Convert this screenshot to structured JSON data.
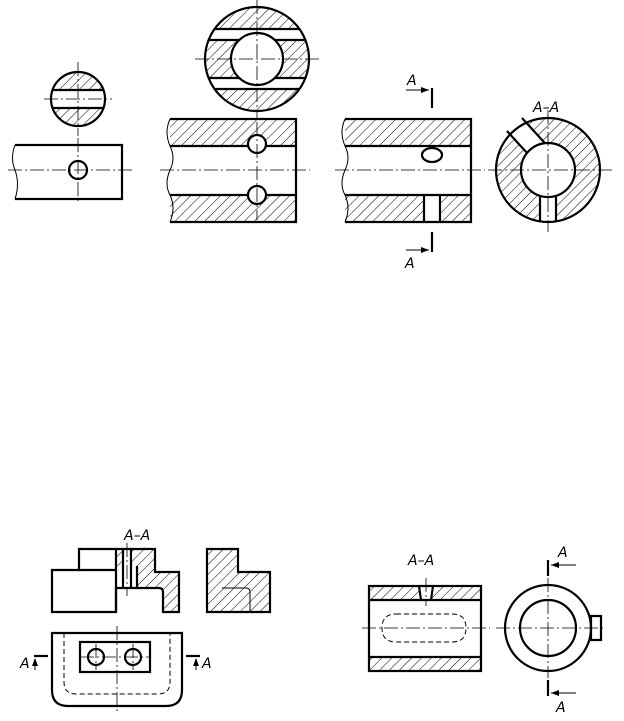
{
  "labels": {
    "section_top_right": "A–A",
    "arrow_top_upper": "A",
    "arrow_top_lower": "A",
    "section_bottom_left": "A–A",
    "cut_bottom_left_left": "A",
    "cut_bottom_left_right": "A",
    "section_bottom_right": "A–A",
    "arrow_bottom_right_upper": "A",
    "arrow_bottom_right_lower": "A"
  }
}
